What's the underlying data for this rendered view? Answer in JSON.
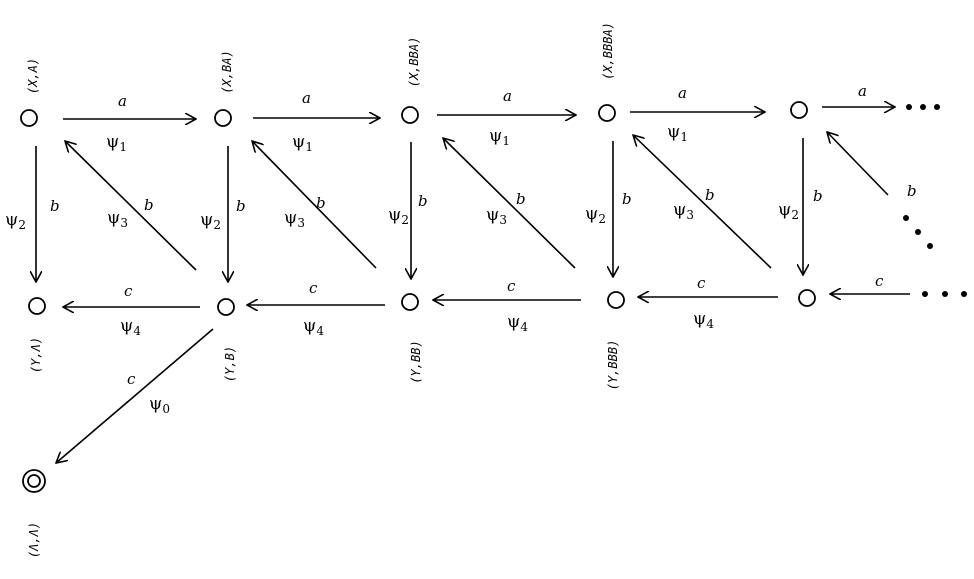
{
  "nodes": {
    "x_a": "(X,A)",
    "x_ba": "(X,BA)",
    "x_bba": "(X,BBA)",
    "x_bbba": "(X,BBBA)",
    "y_lambda": "(Y,Λ)",
    "y_b": "(Y,B)",
    "y_bb": "(Y,BB)",
    "y_bbb": "(Y,BBB)",
    "lambda_lambda": "(Λ,Λ)"
  },
  "edge_labels": {
    "a": "a",
    "b": "b",
    "c": "c",
    "psi": "ψ",
    "psi0_sub": "0",
    "psi1_sub": "1",
    "psi2_sub": "2",
    "psi3_sub": "3",
    "psi4_sub": "4"
  }
}
